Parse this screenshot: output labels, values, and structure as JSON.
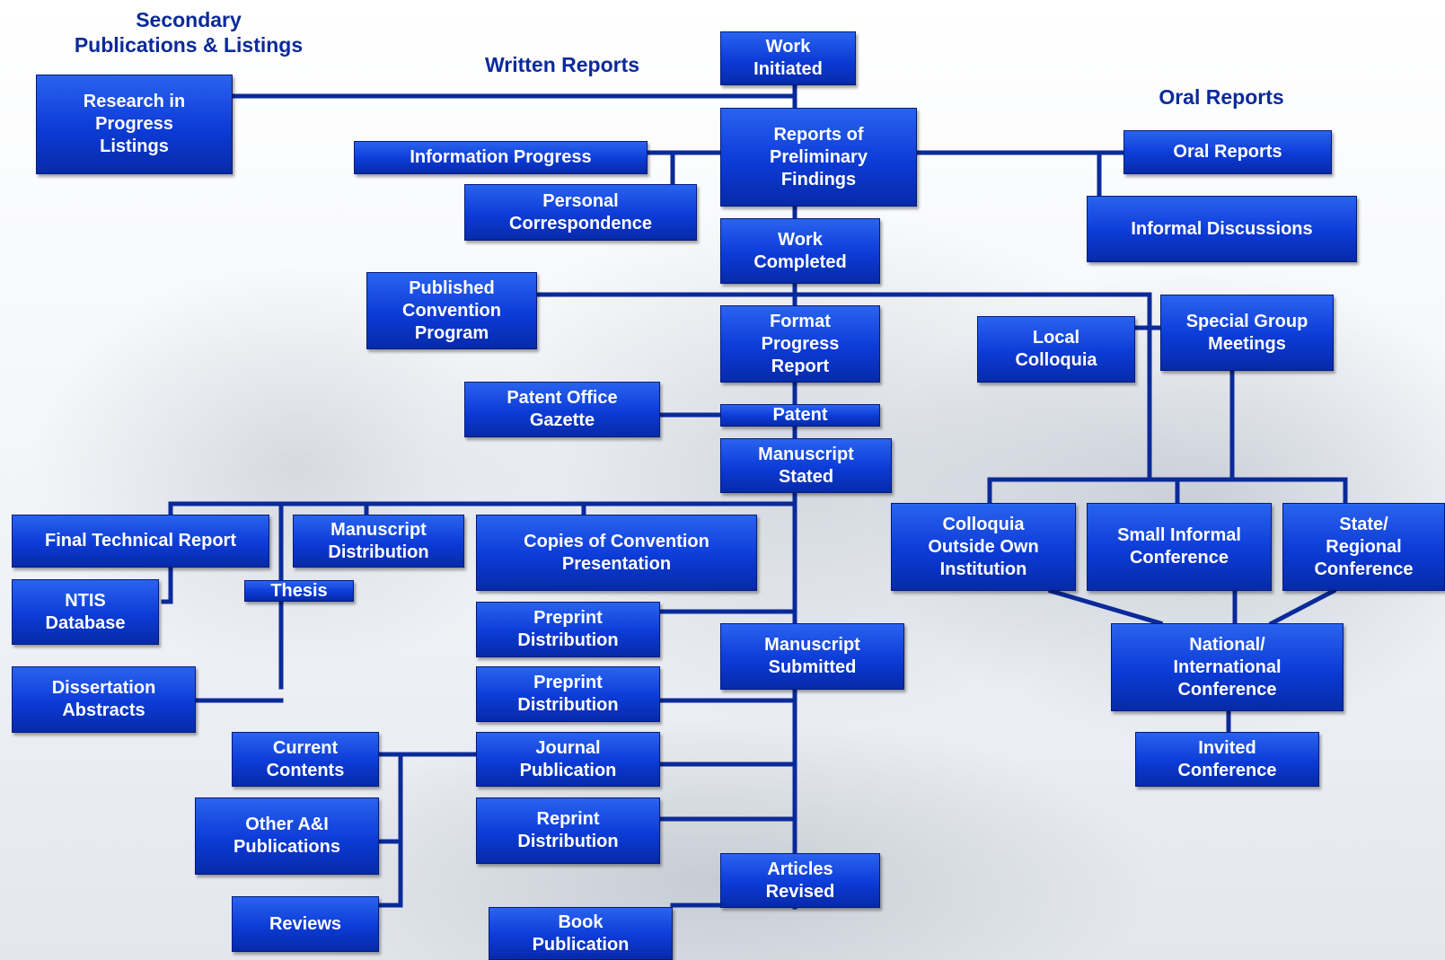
{
  "headings": {
    "secondary": "Secondary\nPublications & Listings",
    "written": "Written Reports",
    "oral": "Oral Reports"
  },
  "nodes": {
    "work_initiated": "Work\nInitiated",
    "research_in_progress": "Research in\nProgress\nListings",
    "reports_preliminary": "Reports of\nPreliminary\nFindings",
    "information_progress": "Information Progress",
    "personal_correspondence": "Personal\nCorrespondence",
    "oral_reports": "Oral Reports",
    "informal_discussions": "Informal Discussions",
    "work_completed": "Work\nCompleted",
    "published_convention_program": "Published\nConvention\nProgram",
    "format_progress_report": "Format\nProgress\nReport",
    "local_colloquia": "Local\nColloquia",
    "special_group_meetings": "Special Group\nMeetings",
    "patent_office_gazette": "Patent Office\nGazette",
    "patent": "Patent",
    "manuscript_stated": "Manuscript\nStated",
    "final_technical_report": "Final Technical Report",
    "manuscript_distribution": "Manuscript\nDistribution",
    "copies_convention": "Copies of Convention\nPresentation",
    "colloquia_outside": "Colloquia\nOutside Own\nInstitution",
    "small_informal_conference": "Small Informal\nConference",
    "state_regional_conference": "State/\nRegional\nConference",
    "ntis_database": "NTIS\nDatabase",
    "thesis": "Thesis",
    "preprint_distribution_1": "Preprint\nDistribution",
    "manuscript_submitted": "Manuscript\nSubmitted",
    "national_international_conference": "National/\nInternational\nConference",
    "dissertation_abstracts": "Dissertation\nAbstracts",
    "preprint_distribution_2": "Preprint\nDistribution",
    "current_contents": "Current\nContents",
    "journal_publication": "Journal\nPublication",
    "invited_conference": "Invited\nConference",
    "other_ai_publications": "Other A&I\nPublications",
    "reprint_distribution": "Reprint\nDistribution",
    "articles_revised": "Articles\nRevised",
    "reviews": "Reviews",
    "book_publication": "Book\nPublication"
  },
  "colors": {
    "box_top": "#2a63f0",
    "box_bottom": "#062aa8",
    "connector": "#0b2a9a",
    "heading": "#0b2a9a"
  }
}
